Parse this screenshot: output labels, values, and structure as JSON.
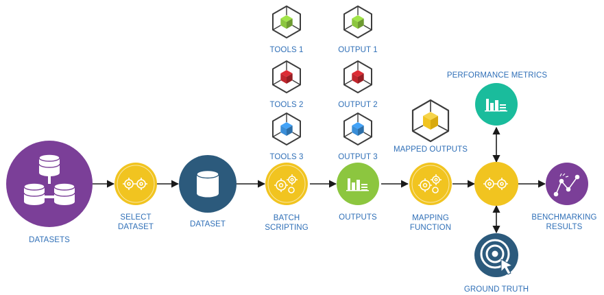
{
  "nodes": {
    "datasets": {
      "label": "DATASETS",
      "color": "#7b3f98"
    },
    "select_dataset": {
      "label_line1": "SELECT",
      "label_line2": "DATASET",
      "color": "#f1c420"
    },
    "dataset": {
      "label": "DATASET",
      "color": "#2c5a7c"
    },
    "batch_scripting": {
      "label_line1": "BATCH",
      "label_line2": "SCRIPTING",
      "color": "#f1c420"
    },
    "outputs": {
      "label": "OUTPUTS",
      "color": "#8cc63f"
    },
    "mapping_function": {
      "label_line1": "MAPPING",
      "label_line2": "FUNCTION",
      "color": "#f1c420"
    },
    "aggregator": {
      "color": "#f1c420"
    },
    "benchmarking_results": {
      "label_line1": "BENCHMARKING",
      "label_line2": "RESULTS",
      "color": "#7b3f98"
    },
    "performance_metrics": {
      "label": "PERFORMANCE METRICS",
      "color": "#1abc9c"
    },
    "ground_truth": {
      "label": "GROUND TRUTH",
      "color": "#2c5a7c"
    },
    "mapped_outputs": {
      "label": "MAPPED OUTPUTS",
      "color": "#f1c420"
    }
  },
  "tools": [
    {
      "label": "TOOLS 1",
      "color": "#8cc63f"
    },
    {
      "label": "TOOLS 2",
      "color": "#c0262d"
    },
    {
      "label": "TOOLS 3",
      "color": "#3a8ed8"
    }
  ],
  "outputs_list": [
    {
      "label": "OUTPUT 1",
      "color": "#8cc63f"
    },
    {
      "label": "OUTPUT 2",
      "color": "#c0262d"
    },
    {
      "label": "OUTPUT 3",
      "color": "#3a8ed8"
    }
  ],
  "colors": {
    "label_text": "#2f6fb7",
    "arrow": "#1a1a1a",
    "hex_stroke": "#3c3c3c"
  }
}
